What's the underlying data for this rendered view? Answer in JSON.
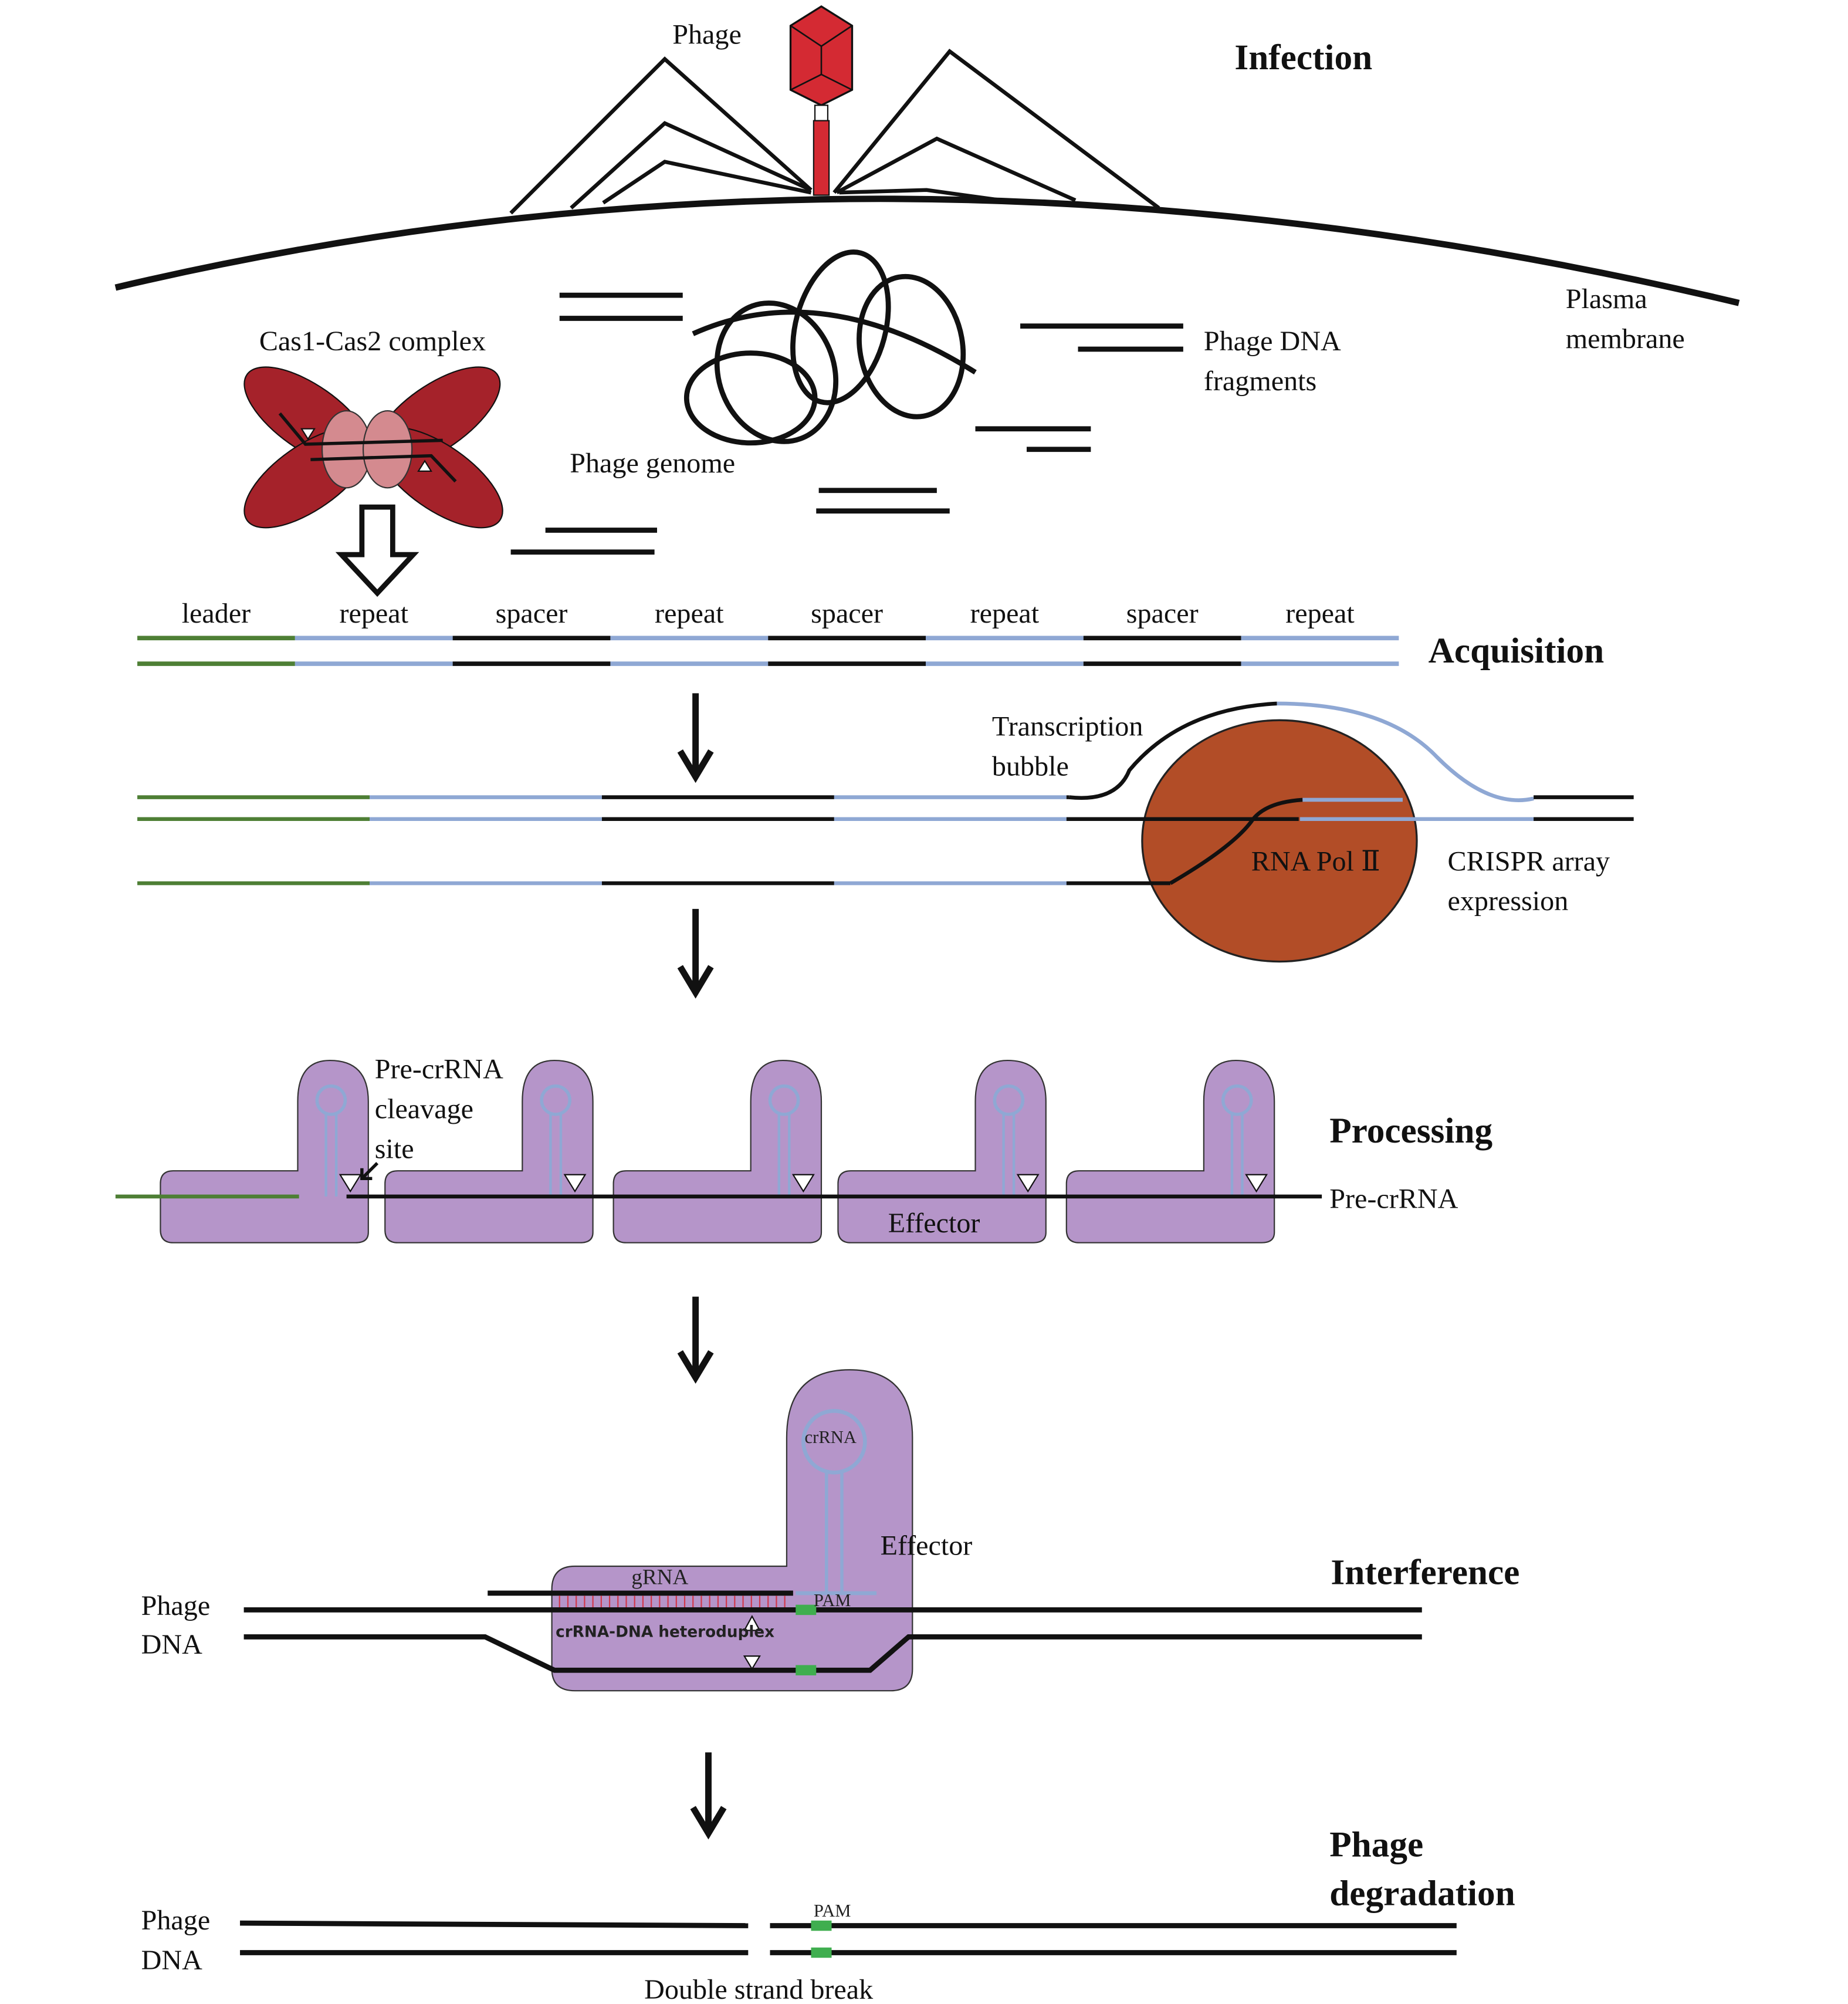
{
  "title": "CRISPR-Cas adaptive immunity against phage",
  "colors": {
    "phage_red": "#d42a33",
    "cas1_dark_red": "#a5222a",
    "cas2_pink": "#d48a8f",
    "leader_green": "#4e7f35",
    "repeat_blue": "#8fa8d4",
    "spacer_black": "#111111",
    "rna_pol": "#b24d27",
    "effector_purple": "#b595c9",
    "pam_green": "#3fae4f",
    "hybrid_red": "#d2384a"
  },
  "stages": {
    "infection": "Infection",
    "acquisition": "Acquisition",
    "processing": "Processing",
    "interference": "Interference",
    "degradation_line1": "Phage",
    "degradation_line2": "degradation"
  },
  "infection": {
    "phage_label": "Phage",
    "membrane_label_line1": "Plasma",
    "membrane_label_line2": "membrane",
    "genome_label": "Phage genome",
    "fragments_label_line1": "Phage DNA",
    "fragments_label_line2": "fragments",
    "cas_complex_label": "Cas1-Cas2 complex"
  },
  "array": {
    "segments": [
      {
        "label": "leader",
        "type": "leader"
      },
      {
        "label": "repeat",
        "type": "repeat"
      },
      {
        "label": "spacer",
        "type": "spacer"
      },
      {
        "label": "repeat",
        "type": "repeat"
      },
      {
        "label": "spacer",
        "type": "spacer"
      },
      {
        "label": "repeat",
        "type": "repeat"
      },
      {
        "label": "spacer",
        "type": "spacer"
      },
      {
        "label": "repeat",
        "type": "repeat"
      }
    ]
  },
  "transcription": {
    "bubble_line1": "Transcription",
    "bubble_line2": "bubble",
    "polymerase_label": "RNA Pol Ⅱ",
    "expression_line1": "CRISPR array",
    "expression_line2": "expression"
  },
  "processing": {
    "cleavage_line1": "Pre-crRNA",
    "cleavage_line2": "cleavage",
    "cleavage_line3": "site",
    "effector_label": "Effector",
    "precrrna_label": "Pre-crRNA",
    "effector_count": 5
  },
  "interference": {
    "phage_dna_line1": "Phage",
    "phage_dna_line2": "DNA",
    "crrna_label": "crRNA",
    "grna_label": "gRNA",
    "pam_label": "PAM",
    "heteroduplex_label": "crRNA-DNA heteroduplex",
    "effector_label": "Effector"
  },
  "degradation": {
    "phage_dna_line1": "Phage",
    "phage_dna_line2": "DNA",
    "pam_label": "PAM",
    "break_label": "Double strand break"
  }
}
